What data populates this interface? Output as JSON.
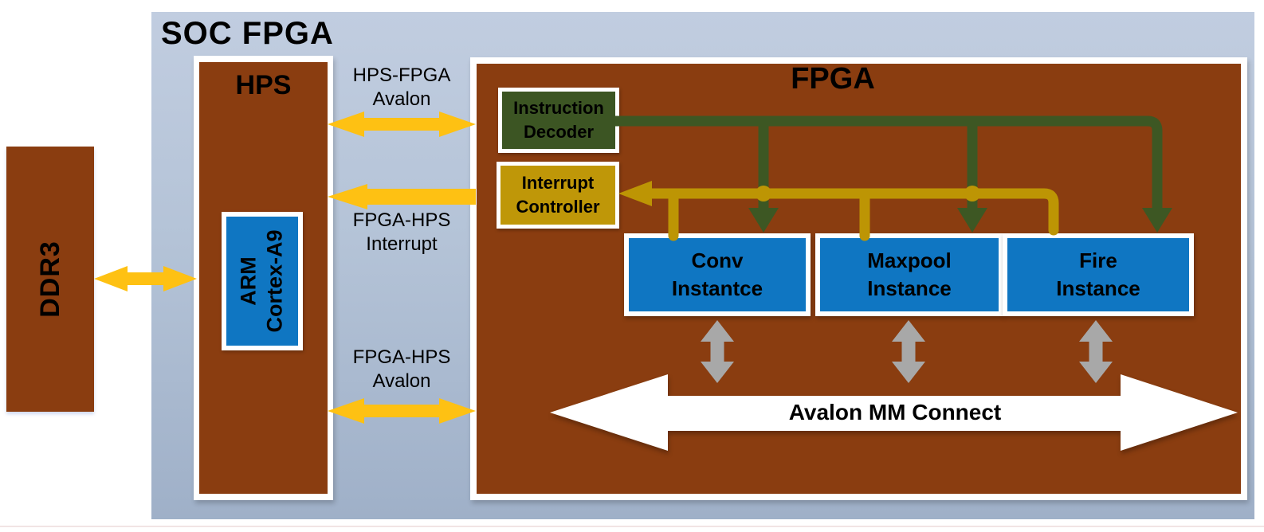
{
  "diagram": {
    "outer_title": "SOC FPGA",
    "ddr3": {
      "label": "DDR3"
    },
    "hps": {
      "title": "HPS",
      "arm": {
        "line1": "ARM",
        "line2": "Cortex-A9"
      }
    },
    "fpga": {
      "title": "FPGA",
      "instruction_decoder": {
        "line1": "Instruction",
        "line2": "Decoder"
      },
      "interrupt_controller": {
        "line1": "Interrupt",
        "line2": "Controller"
      },
      "instances": [
        {
          "line1": "Conv",
          "line2": "Instantce"
        },
        {
          "line1": "Maxpool",
          "line2": "Instance"
        },
        {
          "line1": "Fire",
          "line2": "Instance"
        }
      ],
      "avalon_bus": {
        "label": "Avalon MM Connect"
      }
    },
    "links": [
      {
        "id": "hps-fpga-avalon",
        "line1": "HPS-FPGA",
        "line2": "Avalon"
      },
      {
        "id": "fpga-hps-interrupt",
        "line1": "FPGA-HPS",
        "line2": "Interrupt"
      },
      {
        "id": "fpga-hps-avalon",
        "line1": "FPGA-HPS",
        "line2": "Avalon"
      }
    ],
    "colors": {
      "panel_top": "#c1cde0",
      "panel_bottom": "#9fb0c8",
      "brown": "#8a3d10",
      "blue": "#0f76c2",
      "dark_green": "#3c5523",
      "green_wire": "#3d5723",
      "gold_box": "#bf9708",
      "olive_wire": "#bd9504",
      "yellow_arrow": "#fec113",
      "gray_arrow": "#a8a8a8",
      "white_arrow": "#ffffff"
    }
  }
}
